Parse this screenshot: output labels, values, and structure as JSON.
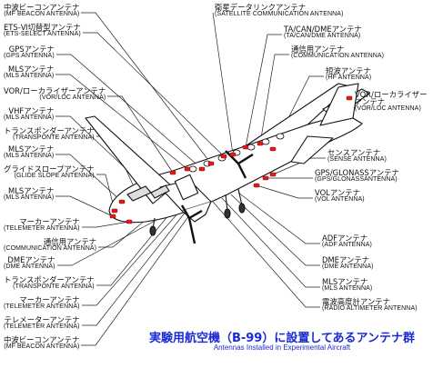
{
  "labels_left": [
    {
      "jp": "中波ビーコンアンテナ",
      "en": "(MF BEACON ANTENNA)"
    },
    {
      "jp": "ETS-Ⅵ切替型アンテナ",
      "en": "(ETS-SELECT ANTENNA)"
    },
    {
      "jp": "GPSアンテナ",
      "en": "(GPS ANTENNA)"
    },
    {
      "jp": "MLSアンテナ",
      "en": "(MLS ANTENNA)"
    },
    {
      "jp": "VOR/ローカライザーアンテナ",
      "en": "(VOR/LOC ANTENNA)"
    },
    {
      "jp": "VHFアンテナ",
      "en": "(MLS ANTENNA)"
    },
    {
      "jp": "トランスポンダーアンテナ",
      "en": "(TRANSPONTE ANTENNA)"
    },
    {
      "jp": "MLSアンテナ",
      "en": "(MLS ANTENNA)"
    },
    {
      "jp": "グライドスロープアンテナ",
      "en": "(GLIDE SLOPE ANTENNA)"
    },
    {
      "jp": "MLSアンテナ",
      "en": "(MLS ANTENNA)"
    },
    {
      "jp": "マーカーアンテナ",
      "en": "(TELEMETER ANTENNA)"
    },
    {
      "jp": "通信用アンテナ",
      "en": "(COMMUNICATION ANTENNA)"
    },
    {
      "jp": "DMEアンテナ",
      "en": "(DME ANTENNA)"
    },
    {
      "jp": "トランスポンダーアンテナ",
      "en": "(TRANSPONTE ANTENNA)"
    },
    {
      "jp": "マーカーアンテナ",
      "en": "(TELEMETER ANTENNA)"
    },
    {
      "jp": "テレメーターアンテナ",
      "en": "(TELEMETER ANTENNA)"
    },
    {
      "jp": "中波ビーコンアンテナ",
      "en": "(MF BEACON ANTENNA)"
    }
  ],
  "labels_right": [
    {
      "jp": "衛星データリンクアンテナ",
      "en": "(SATELLITE COMMUNICATION ANTENNA)"
    },
    {
      "jp": "TA/CAN/DMEアンテナ",
      "en": "(TA/CAN/DME ANTENNA)"
    },
    {
      "jp": "通信用アンテナ",
      "en": "(COMMUNICATION ANTENNA)"
    },
    {
      "jp": "短波アンテナ",
      "en": "(HF ANTENNA)"
    },
    {
      "jp": "VOR/ローカライザー",
      "jp2": "アンテナ",
      "en": "(VOR/LOC ANTENNA)"
    },
    {
      "jp": "センスアンテナ",
      "en": "(SENSE ANTENNA)"
    },
    {
      "jp": "GPS/GLONASSアンテナ",
      "en": "(GPS/GLONASSANTENNA)"
    },
    {
      "jp": "VOLアンテナ",
      "en": "(VOL ANTENNA)"
    },
    {
      "jp": "ADFアンテナ",
      "en": "(ADF ANTENNA)"
    },
    {
      "jp": "DMEアンテナ",
      "en": "(DME ANTENNA)"
    },
    {
      "jp": "MLSアンテナ",
      "en": "(MLS ANTENNA)"
    },
    {
      "jp": "電波高度計アンテナ",
      "en": "(RADIO ALTIMETER ANTENNA)"
    }
  ],
  "caption": {
    "jp": "実験用航空機（B-99）に設置してあるアンテナ群",
    "en": "Antennas Installed in Experimental Aircraft"
  },
  "colors": {
    "caption": "#1a2bd6",
    "antenna": "#e11b1b",
    "outline": "#111111",
    "leader": "#222222"
  }
}
